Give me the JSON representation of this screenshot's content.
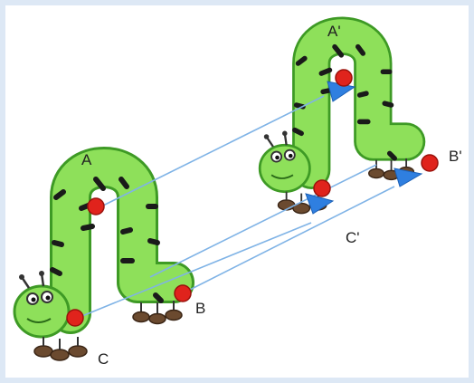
{
  "labels": {
    "A": "A",
    "B": "B",
    "C": "C",
    "A_prime": "A'",
    "B_prime": "B'",
    "C_prime": "C'"
  },
  "colors": {
    "border": "#dde8f5",
    "body_green": "#8ee05a",
    "body_outline": "#3e9a25",
    "stripe": "#1a1a1a",
    "point_red": "#e0231c",
    "arrow_blue": "#2f7fe0",
    "vector_line": "#7fb3e6",
    "shoe_brown": "#6b4a2f"
  },
  "icons": [
    "caterpillar-original",
    "caterpillar-translated",
    "point-marker",
    "arrowhead-icon"
  ]
}
